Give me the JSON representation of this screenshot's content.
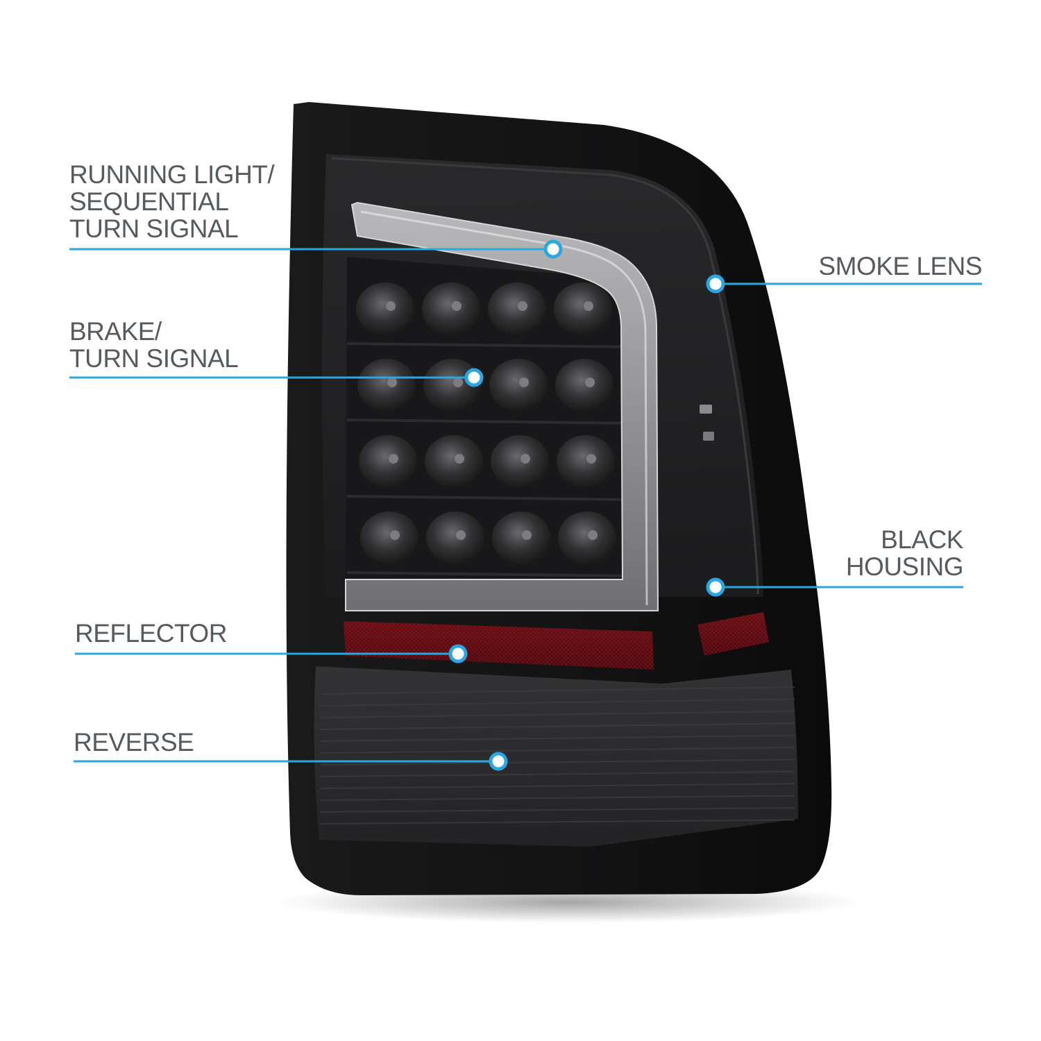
{
  "accent_color": "#2aa7e1",
  "callouts": {
    "running_light": {
      "lines": [
        "RUNNING LIGHT/",
        "SEQUENTIAL",
        "TURN SIGNAL"
      ]
    },
    "brake": {
      "lines": [
        "BRAKE/",
        "TURN SIGNAL"
      ]
    },
    "reflector": {
      "lines": [
        "REFLECTOR"
      ]
    },
    "reverse": {
      "lines": [
        "REVERSE"
      ]
    },
    "smoke_lens": {
      "lines": [
        "SMOKE LENS"
      ]
    },
    "black_housing": {
      "lines": [
        "BLACK",
        "HOUSING"
      ]
    }
  }
}
